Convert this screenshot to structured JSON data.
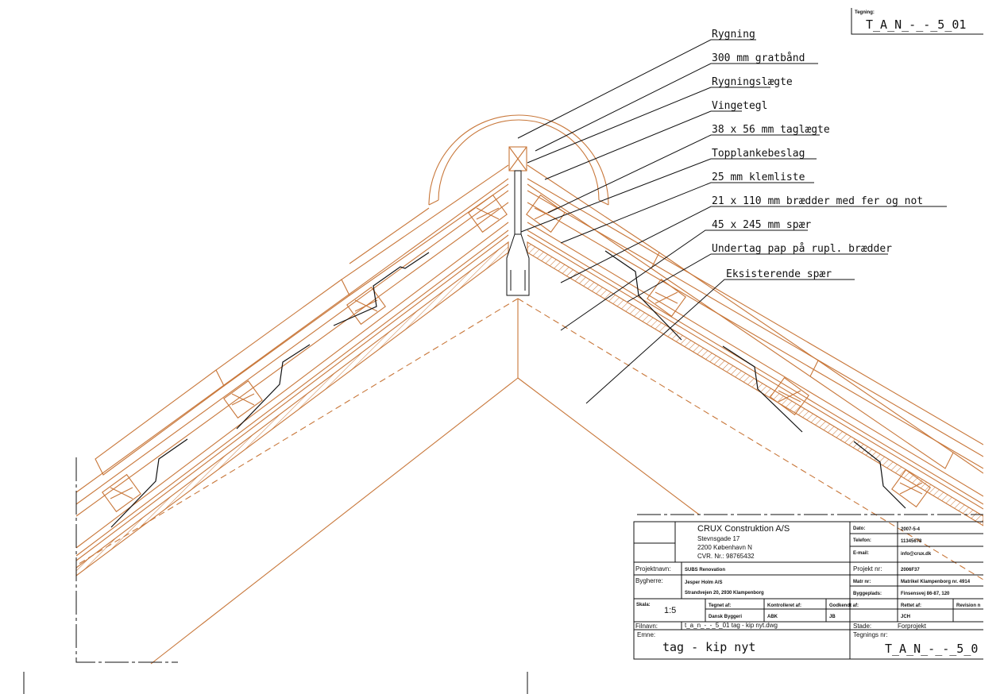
{
  "drawing_id_box": {
    "caption": "Tegning:",
    "value": "T_A_N_-_-_5_01"
  },
  "annotations": [
    "Rygning",
    "300 mm gratbånd",
    "Rygningslægte",
    "Vingetegl",
    "38 x 56 mm taglægte",
    "Topplankebeslag",
    "25 mm klemliste",
    "21 x 110 mm brædder med fer og not",
    "45 x 245 mm spær",
    "Undertag pap på rupl. brædder",
    "Eksisterende spær"
  ],
  "title_block": {
    "company": {
      "name": "CRUX Construktion A/S",
      "street": "Stevnsgade 17",
      "city": "2200 København N",
      "cvr": "CVR. Nr.: 98765432"
    },
    "dato_label": "Dato:",
    "dato": "2007-5-4",
    "telefon_label": "Telefon:",
    "telefon": "11345678",
    "email_label": "E-mail:",
    "email": "info@crux.dk",
    "projektnavn_label": "Projektnavn:",
    "projektnavn": "SUBS Renovation",
    "projektnr_label": "Projekt nr:",
    "projektnr": "2006F37",
    "bygherre_label": "Bygherre:",
    "bygherre_1": "Jesper Holm A/S",
    "bygherre_2": "Strandvejen 20, 2930 Klampenborg",
    "matr_label": "Matr nr:",
    "matr": "Matrikel Klampenborg nr. 4914",
    "byggeplads_label": "Byggeplads:",
    "byggeplads": "Finsensvej 86-87, 120",
    "skala_label": "Skala:",
    "skala": "1:5",
    "tegnet_label": "Tegnet af:",
    "tegnet": "Dansk Byggeri",
    "kontrol_label": "Kontrolleret af:",
    "kontrol": "ABK",
    "godkendt_label": "Godkendt af:",
    "godkendt": "JB",
    "rettet_label": "Rettet af:",
    "rettet": "JCH",
    "rev_label": "Revision n",
    "filnavn_label": "Filnavn:",
    "filnavn": "t_a_n_-_-_5_01 tag - kip nyt.dwg",
    "stade_label": "Stade:",
    "stade": "Forprojekt",
    "emne_label": "Emne:",
    "emne": "tag - kip nyt",
    "tegning_nr_label": "Tegnings nr:",
    "tegning_nr": "T_A_N_-_-_5_0"
  },
  "colors": {
    "wood": "#c8773a",
    "line": "#111111",
    "paper": "#ffffff"
  }
}
